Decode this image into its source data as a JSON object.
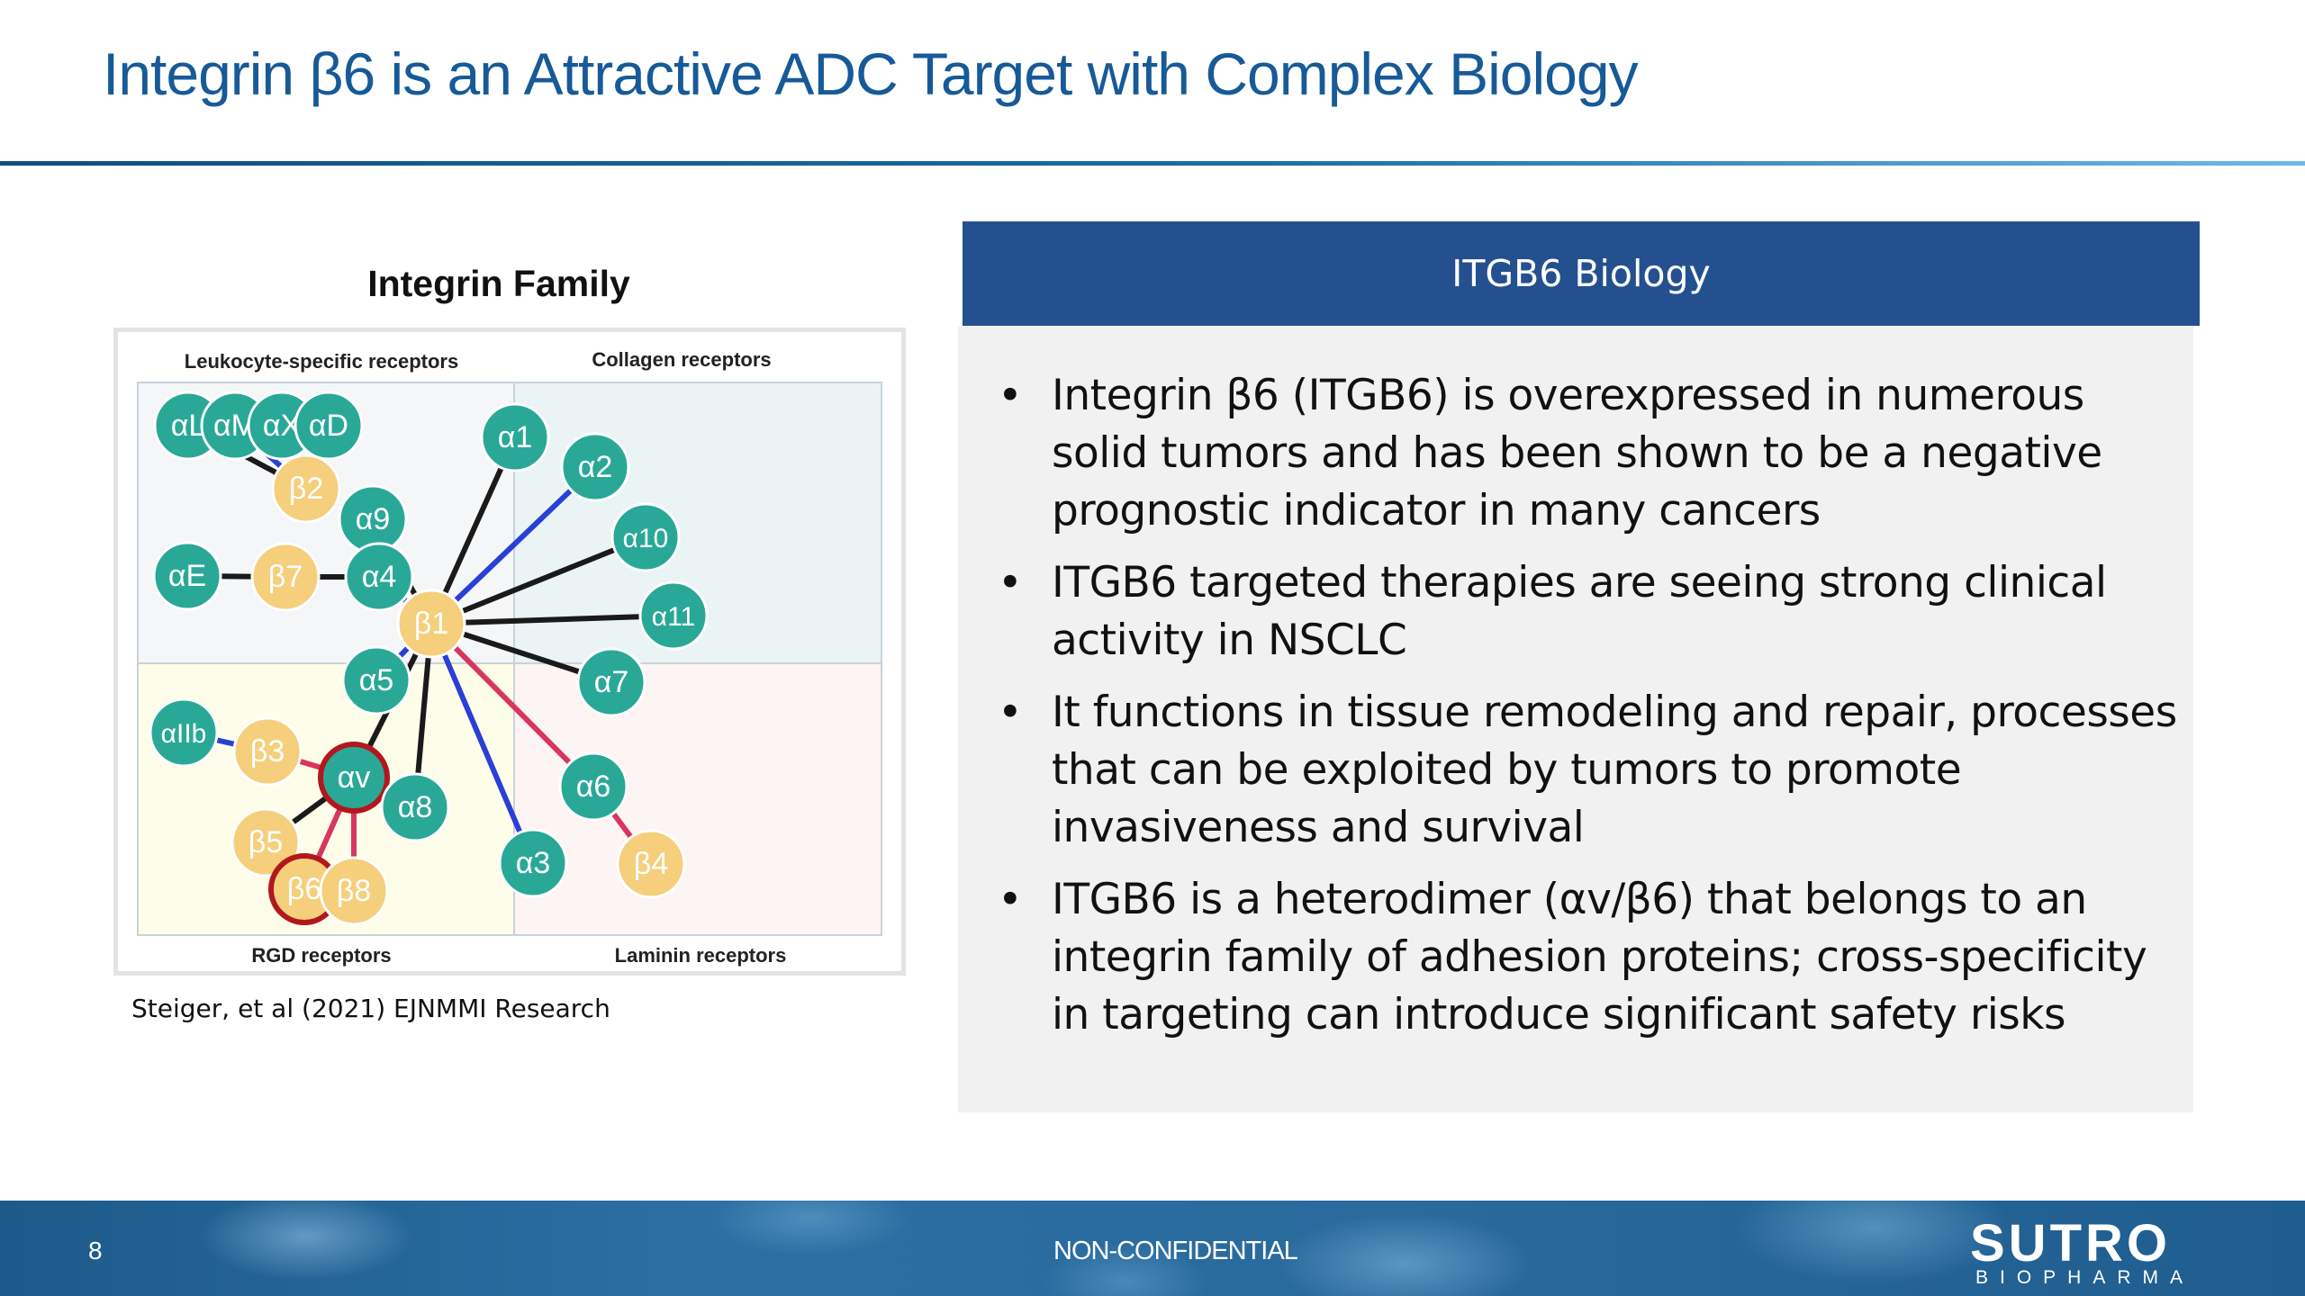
{
  "slide": {
    "title": "Integrin β6 is an Attractive ADC Target with Complex Biology",
    "page_number": "8",
    "footer_label": "NON-CONFIDENTIAL",
    "logo_text": "SUTRO",
    "logo_subtext": "BIOPHARMA"
  },
  "figure": {
    "heading": "Integrin Family",
    "citation": "Steiger, et al (2021) EJNMMI Research",
    "quadrant_labels": {
      "top_left": "Leukocyte-specific receptors",
      "top_right": "Collagen receptors",
      "bottom_left": "RGD receptors",
      "bottom_right": "Laminin receptors"
    },
    "nodes": {
      "aL": "αL",
      "aM": "αM",
      "aX": "αX",
      "aD": "αD",
      "b2": "β2",
      "a9": "α9",
      "aE": "αE",
      "b7": "β7",
      "a4": "α4",
      "b1": "β1",
      "a1": "α1",
      "a2": "α2",
      "a10": "α10",
      "a11": "α11",
      "a5": "α5",
      "aIIb": "αIIb",
      "b3": "β3",
      "av": "αv",
      "a8": "α8",
      "b5": "β5",
      "b6": "β6",
      "b8": "β8",
      "a7": "α7",
      "a6": "α6",
      "a3": "α3",
      "b4": "β4"
    },
    "colors": {
      "alpha": "#2aa897",
      "beta": "#f5cf7c",
      "highlight": "#b3171e",
      "black_link": "#1a1a1a",
      "blue_link": "#2a3fd8",
      "red_link": "#d8365e"
    }
  },
  "panel": {
    "header": "ITGB6  Biology",
    "bullet_symbol": "•",
    "bullets": [
      "Integrin β6 (ITGB6) is overexpressed in numerous solid tumors and has been shown to be a negative prognostic indicator in many cancers",
      "ITGB6 targeted therapies are seeing strong clinical activity in NSCLC",
      "It functions in tissue remodeling and repair, processes that can be exploited by tumors to promote invasiveness and survival",
      "ITGB6 is a heterodimer (αv/β6) that belongs to an integrin family of adhesion proteins; cross-specificity in targeting can introduce significant safety risks"
    ]
  }
}
